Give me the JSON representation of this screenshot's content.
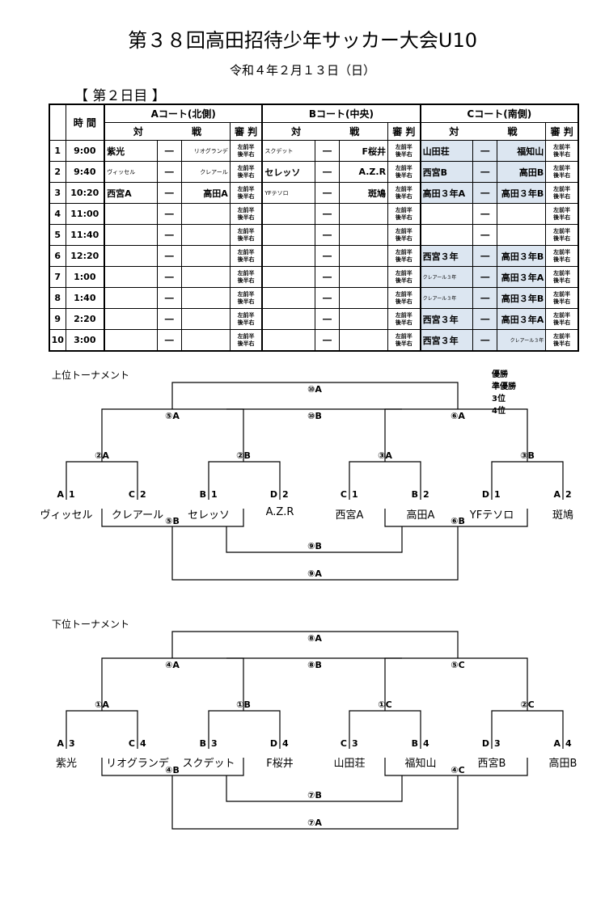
{
  "title": "第３８回高田招待少年サッカー大会U10",
  "date": "令和４年２月１３日（日）",
  "day_label": "【 第２日目 】",
  "table": {
    "time_header": "時 間",
    "courts": [
      "Aコート(北側)",
      "Bコート(中央)",
      "Cコート(南側)"
    ],
    "match_header": [
      "対",
      "戦"
    ],
    "ref_header": "審 判",
    "ref_text": [
      "左前半",
      "後半右"
    ],
    "dash": "―",
    "rows": [
      {
        "no": "1",
        "time": "9:00",
        "a": [
          "紫光",
          "リオグランデ"
        ],
        "b": [
          "スクデット",
          "F桜井"
        ],
        "c": [
          "山田荘",
          "福知山"
        ]
      },
      {
        "no": "2",
        "time": "9:40",
        "a": [
          "ヴィッセル",
          "クレアール"
        ],
        "b": [
          "セレッソ",
          "A.Z.R"
        ],
        "c": [
          "西宮B",
          "高田B"
        ]
      },
      {
        "no": "3",
        "time": "10:20",
        "a": [
          "西宮A",
          "高田A"
        ],
        "b": [
          "YFテソロ",
          "斑鳩"
        ],
        "c": [
          "高田３年A",
          "高田３年B"
        ]
      },
      {
        "no": "4",
        "time": "11:00",
        "a": [
          "",
          ""
        ],
        "b": [
          "",
          ""
        ],
        "c": [
          "",
          ""
        ]
      },
      {
        "no": "5",
        "time": "11:40",
        "a": [
          "",
          ""
        ],
        "b": [
          "",
          ""
        ],
        "c": [
          "",
          ""
        ]
      },
      {
        "no": "6",
        "time": "12:20",
        "a": [
          "",
          ""
        ],
        "b": [
          "",
          ""
        ],
        "c": [
          "西宮３年",
          "高田３年B"
        ]
      },
      {
        "no": "7",
        "time": "1:00",
        "a": [
          "",
          ""
        ],
        "b": [
          "",
          ""
        ],
        "c": [
          "クレアール３年",
          "高田３年A"
        ]
      },
      {
        "no": "8",
        "time": "1:40",
        "a": [
          "",
          ""
        ],
        "b": [
          "",
          ""
        ],
        "c": [
          "クレアール３年",
          "高田３年B"
        ]
      },
      {
        "no": "9",
        "time": "2:20",
        "a": [
          "",
          ""
        ],
        "b": [
          "",
          ""
        ],
        "c": [
          "西宮３年",
          "高田３年A"
        ]
      },
      {
        "no": "10",
        "time": "3:00",
        "a": [
          "",
          ""
        ],
        "b": [
          "",
          ""
        ],
        "c": [
          "西宮３年",
          "クレアール３年"
        ]
      }
    ]
  },
  "legend": [
    "優勝",
    "準優勝",
    "3位",
    "4位"
  ],
  "upper": {
    "title": "上位トーナメント",
    "top_codes": {
      "final": "⑩A",
      "second": "⑩B",
      "semi_left": "⑤A",
      "semi_right": "⑥A",
      "q1": "②A",
      "q2": "②B",
      "q3": "③A",
      "q4": "③B"
    },
    "bottom_codes": {
      "left": "⑤B",
      "right": "⑥B",
      "mid": "⑨B",
      "bottom": "⑨A"
    },
    "slots": [
      "A",
      "1",
      "C",
      "2",
      "B",
      "1",
      "D",
      "2",
      "C",
      "1",
      "B",
      "2",
      "D",
      "1",
      "A",
      "2"
    ],
    "teams": [
      "ヴィッセル",
      "クレアール",
      "セレッソ",
      "A.Z.R",
      "西宮A",
      "高田A",
      "YFテソロ",
      "斑鳩"
    ]
  },
  "lower": {
    "title": "下位トーナメント",
    "top_codes": {
      "final": "⑧A",
      "second": "⑧B",
      "semi_left": "④A",
      "semi_right": "⑤C",
      "q1": "①A",
      "q2": "①B",
      "q3": "①C",
      "q4": "②C"
    },
    "bottom_codes": {
      "left": "④B",
      "right": "④C",
      "mid": "⑦B",
      "bottom": "⑦A"
    },
    "slots": [
      "A",
      "3",
      "C",
      "4",
      "B",
      "3",
      "D",
      "4",
      "C",
      "3",
      "B",
      "4",
      "D",
      "3",
      "A",
      "4"
    ],
    "teams": [
      "紫光",
      "リオグランデ",
      "スクデット",
      "F桜井",
      "山田荘",
      "福知山",
      "西宮B",
      "高田B"
    ]
  }
}
